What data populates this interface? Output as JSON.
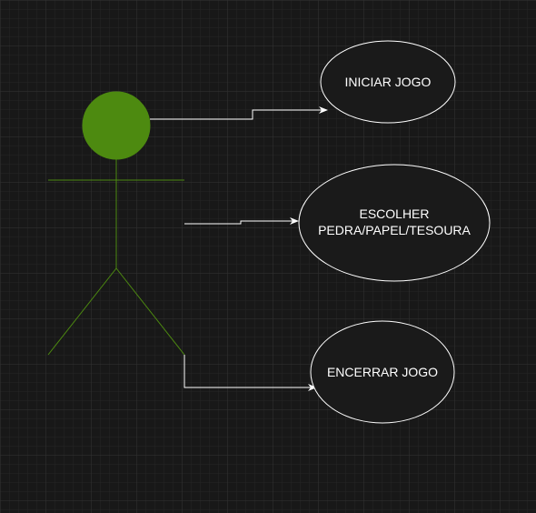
{
  "colors": {
    "background": "#181818",
    "grid_minor": "#262626",
    "grid_major": "#333333",
    "actor_head_fill": "#4d8a10",
    "actor_stroke": "#4d8a10",
    "ellipse_fill": "#1a1a1a",
    "ellipse_stroke": "#ffffff",
    "connector": "#ffffff",
    "text": "#ffffff"
  },
  "use_cases": {
    "start": {
      "label": "INICIAR JOGO"
    },
    "choose": {
      "line1": "ESCOLHER",
      "line2": "PEDRA/PAPEL/TESOURA"
    },
    "end": {
      "label": "ENCERRAR JOGO"
    }
  }
}
